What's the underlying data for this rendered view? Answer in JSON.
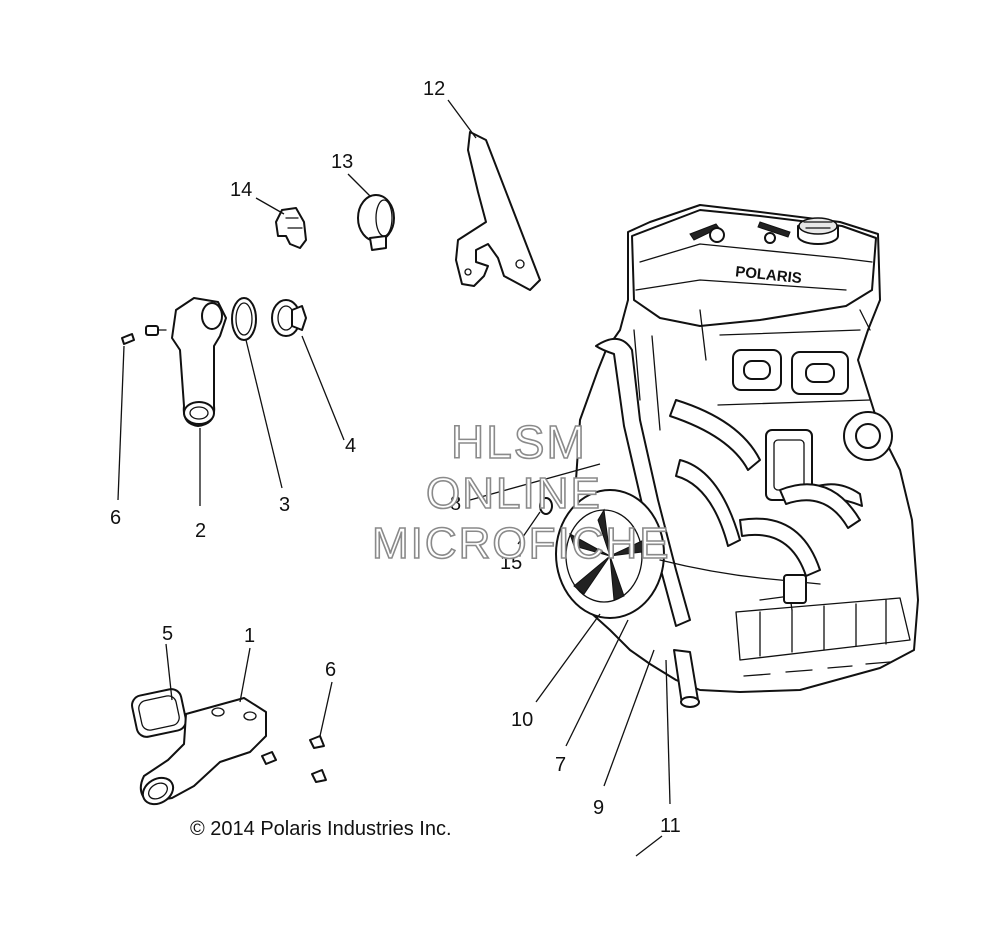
{
  "diagram": {
    "callouts": [
      {
        "id": "1",
        "label": "1"
      },
      {
        "id": "2",
        "label": "2"
      },
      {
        "id": "3",
        "label": "3"
      },
      {
        "id": "4",
        "label": "4"
      },
      {
        "id": "5",
        "label": "5"
      },
      {
        "id": "6a",
        "label": "6"
      },
      {
        "id": "6b",
        "label": "6"
      },
      {
        "id": "7",
        "label": "7"
      },
      {
        "id": "8",
        "label": "8"
      },
      {
        "id": "9",
        "label": "9"
      },
      {
        "id": "10",
        "label": "10"
      },
      {
        "id": "11",
        "label": "11"
      },
      {
        "id": "12",
        "label": "12"
      },
      {
        "id": "13",
        "label": "13"
      },
      {
        "id": "14",
        "label": "14"
      },
      {
        "id": "15",
        "label": "15"
      }
    ],
    "copyright": "© 2014 Polaris Industries Inc.",
    "watermark": {
      "line1": "HLSM",
      "line2": "ONLINE",
      "line3": "MICROFICHE"
    },
    "valve_cover_text": "POLARIS"
  }
}
